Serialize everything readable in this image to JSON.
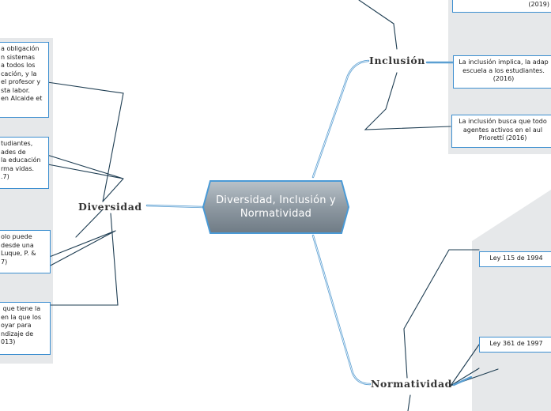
{
  "central": {
    "title": "Diversidad, Inclusión y\nNormatividad"
  },
  "branches": {
    "inclusion": {
      "label": "Inclusión"
    },
    "diversidad": {
      "label": "Diversidad"
    },
    "normatividad": {
      "label": "Normatividad"
    }
  },
  "inclusion_leaves": [
    {
      "text": "(2019)"
    },
    {
      "text": "La inclusión implica, la adap\nescuela a los estudiantes.\n(2016)"
    },
    {
      "text": "La inclusión busca que todo\nagentes activos en el aul\nPriorettí (2016)"
    }
  ],
  "diversidad_leaves": [
    {
      "text": "a obligación\nn sistemas\na todos los\ncación, y la\nel profesor y\nsta labor.\nen Alcaide et"
    },
    {
      "text": "tudiantes,\nades de\nla educación\nrma vidas.\n.7)"
    },
    {
      "text": "olo puede\ndesde una\nLuque, P. &\n7)"
    },
    {
      "text": " que tiene la\nen la que los\noyar para\nndizaje de\n013)"
    }
  ],
  "normatividad_leaves": [
    {
      "text": "Ley 115 de 1994"
    },
    {
      "text": "Ley 361 de 1997"
    }
  ],
  "colors": {
    "line": "#1e3d52",
    "connector": "#5b9fd2",
    "border": "#3d8fd0",
    "panel": "#e6e8ea"
  }
}
